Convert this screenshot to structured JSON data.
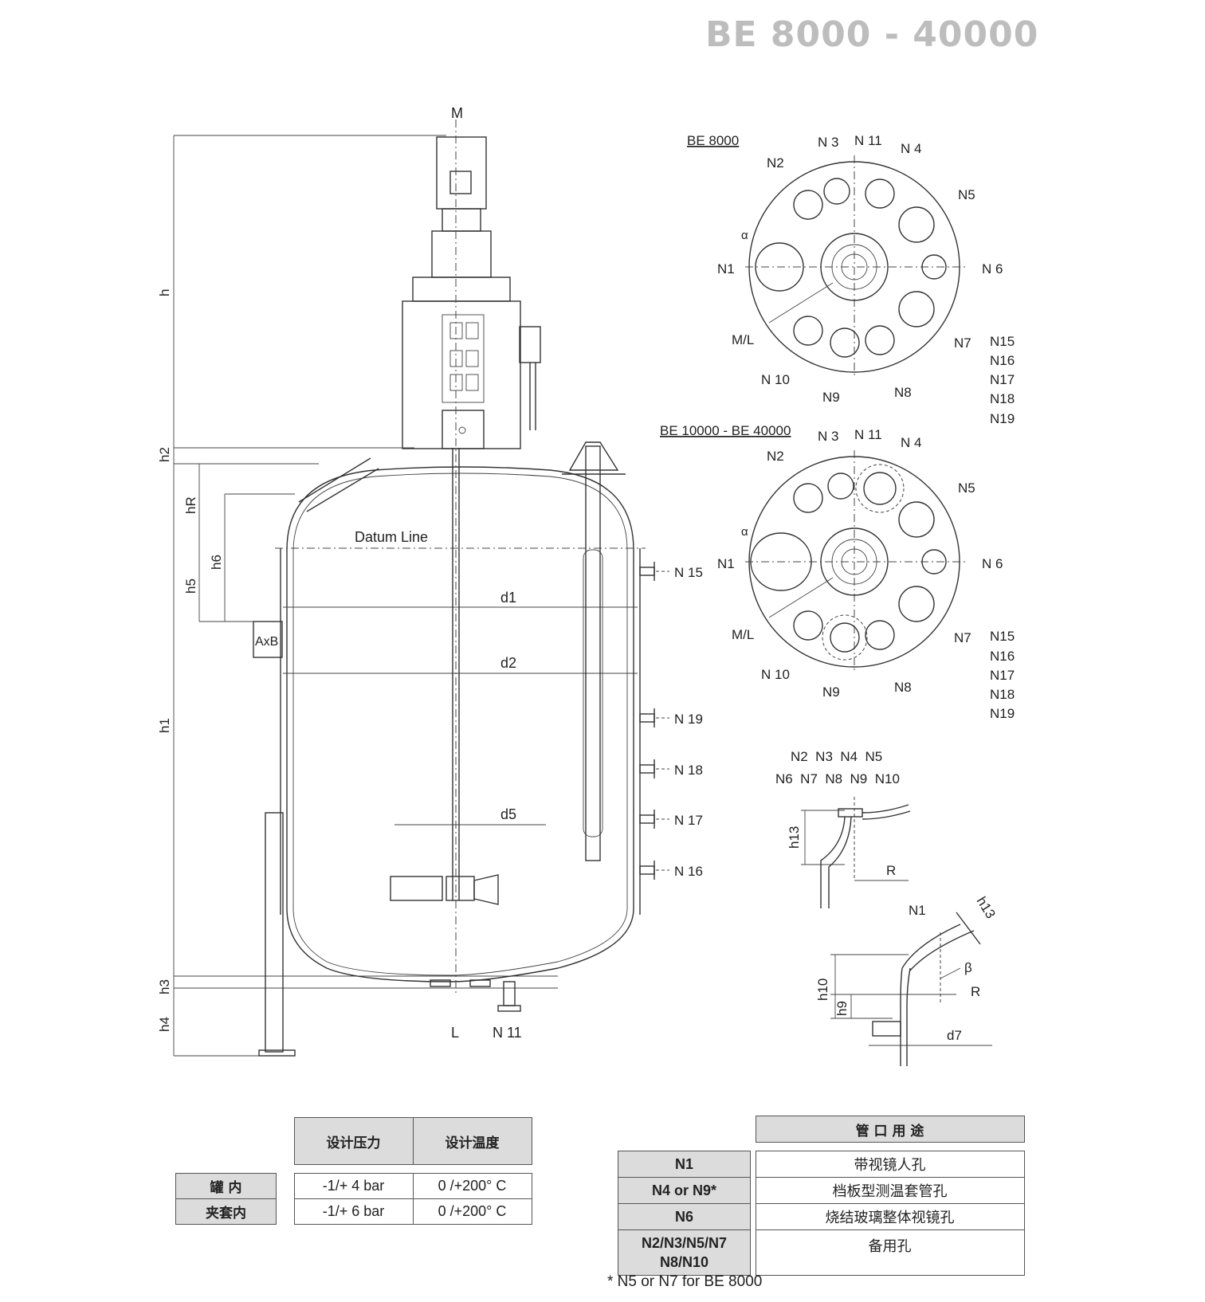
{
  "title": "BE 8000 - 40000",
  "main_view": {
    "labels": {
      "motor": "M",
      "shaft": "L",
      "outlet": "N 11",
      "datum": "Datum Line",
      "d1": "d1",
      "d2": "d2",
      "d5": "d5",
      "axb": "AxB",
      "h": "h",
      "h1": "h1",
      "h2": "h2",
      "h3": "h3",
      "h4": "h4",
      "h5": "h5",
      "h6": "h6",
      "hR": "hR"
    },
    "side_nozzles": [
      "N 15",
      "N 19",
      "N 18",
      "N 17",
      "N 16"
    ]
  },
  "top_views": [
    {
      "title": "BE 8000",
      "nozzles": [
        "N 3",
        "N 11",
        "N 4",
        "N2",
        "N5",
        "N1",
        "N 6",
        "M/L",
        "N7",
        "N 10",
        "N9",
        "N8"
      ],
      "alpha": "α",
      "side_list": [
        "N15",
        "N16",
        "N17",
        "N18",
        "N19"
      ]
    },
    {
      "title": "BE 10000 - BE 40000",
      "nozzles": [
        "N 3",
        "N 11",
        "N 4",
        "N2",
        "N5",
        "N1",
        "N 6",
        "M/L",
        "N7",
        "N 10",
        "N9",
        "N8"
      ],
      "alpha": "α",
      "side_list": [
        "N15",
        "N16",
        "N17",
        "N18",
        "N19"
      ]
    }
  ],
  "details": {
    "detail1_row1": "N2  N3  N4  N5",
    "detail1_row2": "N6  N7  N8  N9  N10",
    "h13": "h13",
    "R": "R",
    "n1": "N1",
    "beta": "β",
    "h10": "h10",
    "h9": "h9",
    "d7": "d7"
  },
  "design_table": {
    "headers": [
      "设计压力",
      "设计温度"
    ],
    "rows": [
      {
        "label": "罐 内",
        "pressure": "-1/+ 4 bar",
        "temperature": "0 /+200° C"
      },
      {
        "label": "夹套内",
        "pressure": "-1/+ 6 bar",
        "temperature": "0 /+200° C"
      }
    ]
  },
  "nozzle_table": {
    "header": "管 口 用 途",
    "rows": [
      {
        "nozzle": "N1",
        "use": "带视镜人孔"
      },
      {
        "nozzle": "N4 or N9*",
        "use": "档板型测温套管孔"
      },
      {
        "nozzle": "N6",
        "use": "烧结玻璃整体视镜孔"
      },
      {
        "nozzle": "N2/N3/N5/N7\nN8/N10",
        "use": "备用孔"
      }
    ]
  },
  "footnote": "* N5 or N7 for BE 8000"
}
